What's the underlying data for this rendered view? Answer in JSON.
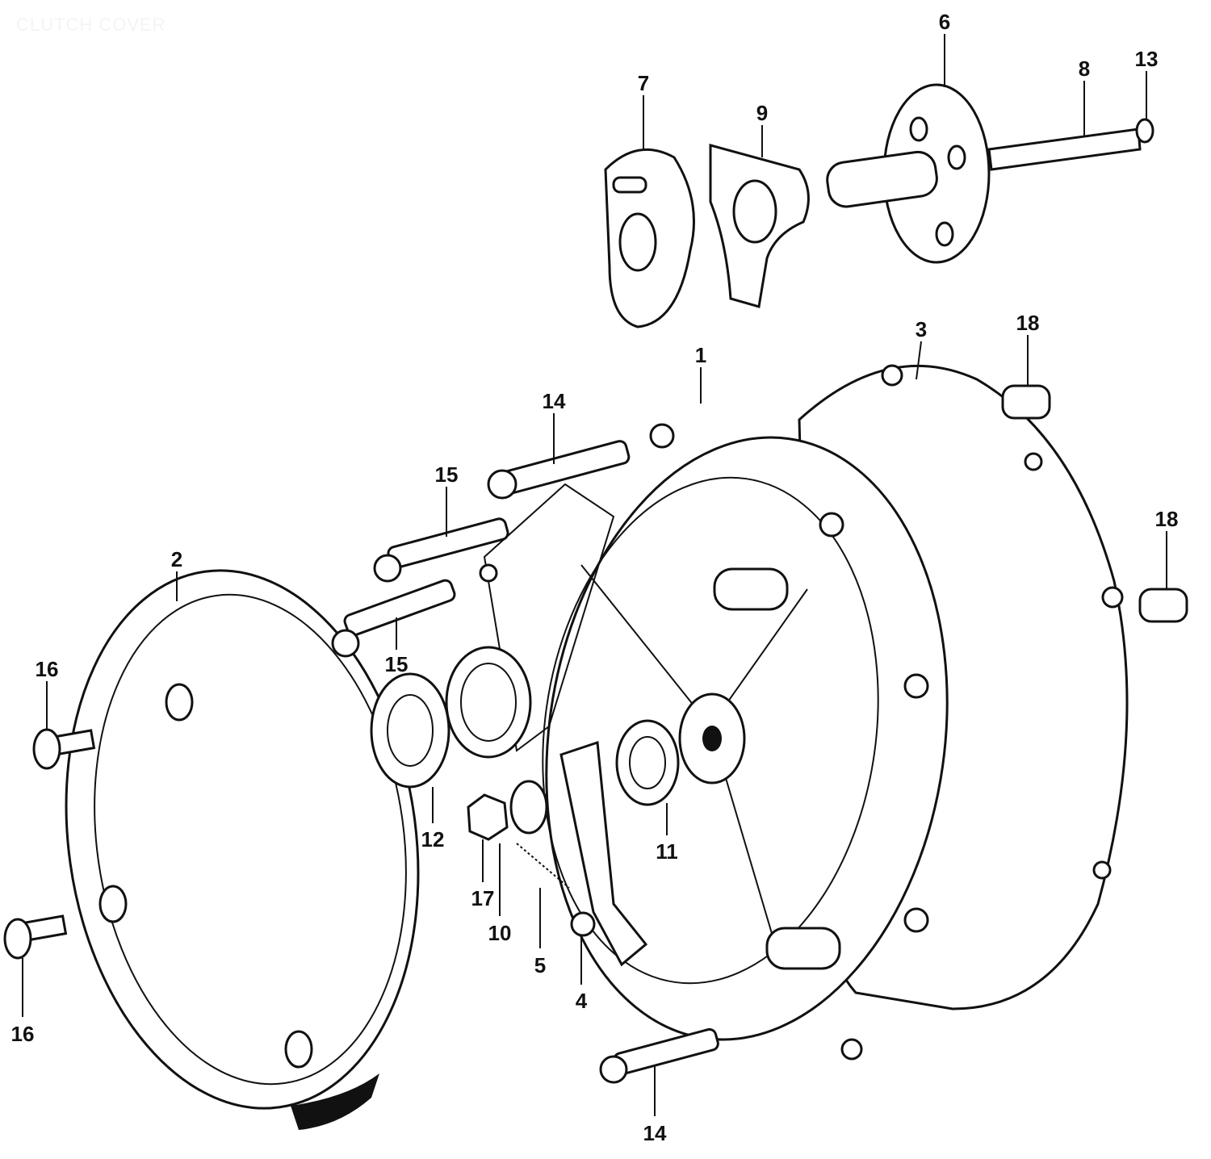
{
  "title": "CLUTCH COVER",
  "callouts": {
    "p1": "1",
    "p2": "2",
    "p3": "3",
    "p4": "4",
    "p5": "5",
    "p6": "6",
    "p7": "7",
    "p8": "8",
    "p9": "9",
    "p10": "10",
    "p11": "11",
    "p12": "12",
    "p13": "13",
    "p14a": "14",
    "p14b": "14",
    "p15a": "15",
    "p15b": "15",
    "p16a": "16",
    "p16b": "16",
    "p17": "17",
    "p18a": "18",
    "p18b": "18"
  }
}
